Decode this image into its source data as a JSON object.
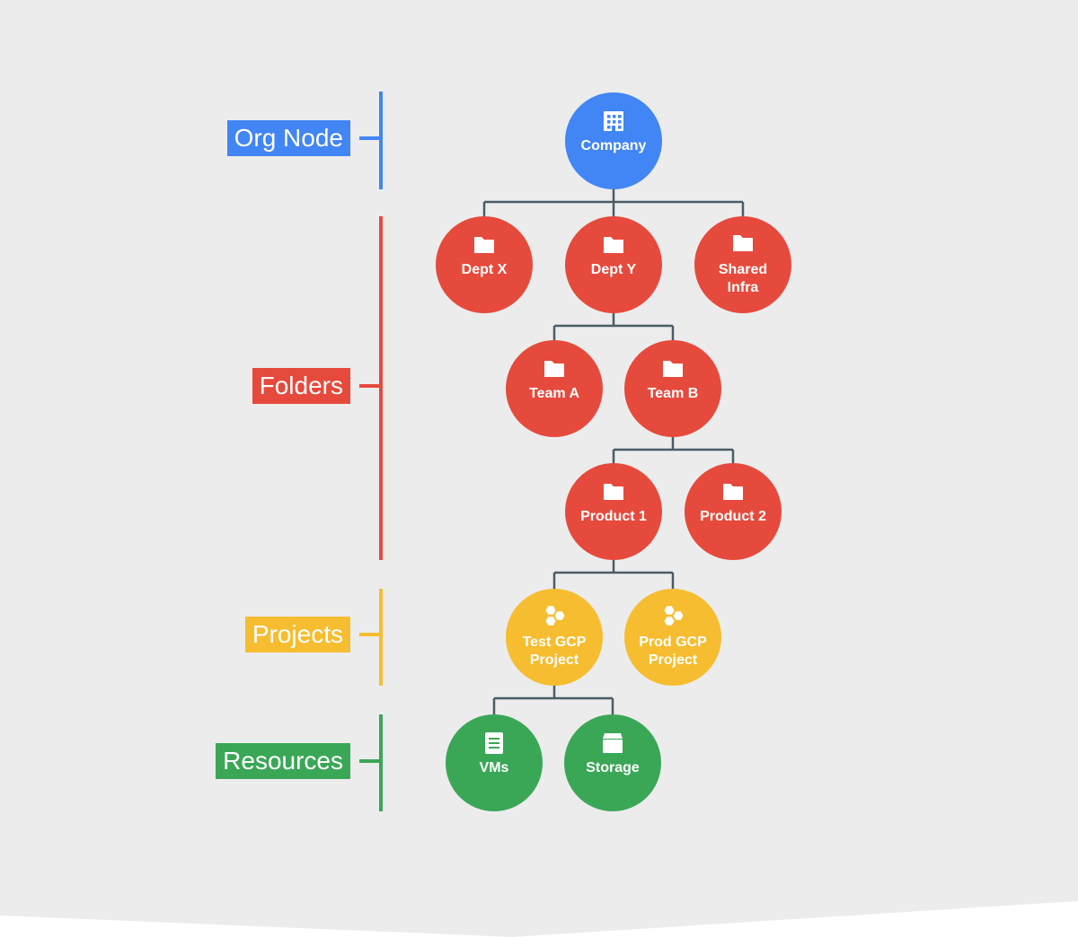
{
  "colors": {
    "background": "#ececec",
    "blue": "#4285f4",
    "red": "#e64a3c",
    "yellow": "#f6bd30",
    "green": "#3aa757",
    "connector": "#4a5c66"
  },
  "levels": [
    {
      "id": "org",
      "label": "Org Node",
      "color": "blue"
    },
    {
      "id": "folders",
      "label": "Folders",
      "color": "red"
    },
    {
      "id": "projects",
      "label": "Projects",
      "color": "yellow"
    },
    {
      "id": "resources",
      "label": "Resources",
      "color": "green"
    }
  ],
  "nodes": [
    {
      "id": "company",
      "lines": [
        "Company"
      ],
      "icon": "building-icon",
      "color": "blue",
      "parent": null
    },
    {
      "id": "dept-x",
      "lines": [
        "Dept X"
      ],
      "icon": "folder-icon",
      "color": "red",
      "parent": "company"
    },
    {
      "id": "dept-y",
      "lines": [
        "Dept Y"
      ],
      "icon": "folder-icon",
      "color": "red",
      "parent": "company"
    },
    {
      "id": "shared-infra",
      "lines": [
        "Shared",
        "Infra"
      ],
      "icon": "folder-icon",
      "color": "red",
      "parent": "company"
    },
    {
      "id": "team-a",
      "lines": [
        "Team A"
      ],
      "icon": "folder-icon",
      "color": "red",
      "parent": "dept-y"
    },
    {
      "id": "team-b",
      "lines": [
        "Team B"
      ],
      "icon": "folder-icon",
      "color": "red",
      "parent": "dept-y"
    },
    {
      "id": "product-1",
      "lines": [
        "Product 1"
      ],
      "icon": "folder-icon",
      "color": "red",
      "parent": "team-b"
    },
    {
      "id": "product-2",
      "lines": [
        "Product 2"
      ],
      "icon": "folder-icon",
      "color": "red",
      "parent": "team-b"
    },
    {
      "id": "test-gcp-project",
      "lines": [
        "Test GCP",
        "Project"
      ],
      "icon": "hexagons-icon",
      "color": "yellow",
      "parent": "product-1"
    },
    {
      "id": "prod-gcp-project",
      "lines": [
        "Prod GCP",
        "Project"
      ],
      "icon": "hexagons-icon",
      "color": "yellow",
      "parent": "product-1"
    },
    {
      "id": "vms",
      "lines": [
        "VMs"
      ],
      "icon": "server-icon",
      "color": "green",
      "parent": "test-gcp-project"
    },
    {
      "id": "storage",
      "lines": [
        "Storage"
      ],
      "icon": "storage-icon",
      "color": "green",
      "parent": "test-gcp-project"
    }
  ]
}
